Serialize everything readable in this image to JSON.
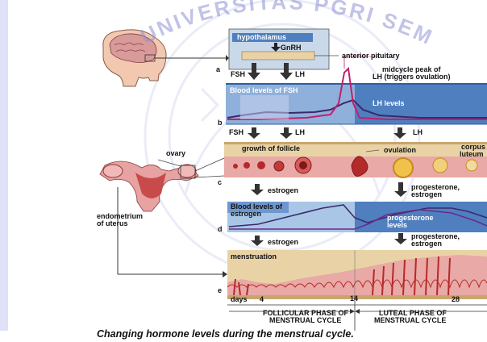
{
  "watermark": {
    "text": "UNIVERSITAS PGRI SEMARANG",
    "color": "#8f93d4"
  },
  "caption": "Changing hormone levels during the menstrual cycle.",
  "top": {
    "hypothalamus": "hypothalamus",
    "gnrh": "GnRH",
    "anterior_pituitary": "anterior pituitary",
    "midcycle_line1": "midcycle peak of",
    "midcycle_line2": "LH (triggers ovulation)",
    "fsh": "FSH",
    "lh": "LH",
    "letter_a": "a"
  },
  "panel_b": {
    "title": "Blood levels of FSH",
    "lh_levels": "LH levels",
    "letter": "b",
    "fsh_below": "FSH",
    "lh_below": "LH",
    "lh_right": "LH"
  },
  "panel_c": {
    "ovary": "ovary",
    "growth": "growth of follicle",
    "ovulation": "ovulation",
    "corpus_line1": "corpus",
    "corpus_line2": "luteum",
    "letter": "c",
    "estrogen": "estrogen",
    "prog_line1": "progesterone,",
    "prog_line2": "estrogen"
  },
  "panel_d": {
    "title_line1": "Blood levels of",
    "title_line2": "estrogen",
    "prog_line1": "progesterone",
    "prog_line2": "levels",
    "letter": "d",
    "endometrium_line1": "endometrium",
    "endometrium_line2": "of uterus",
    "estrogen": "estrogen",
    "prog_line1b": "progesterone,",
    "prog_line2b": "estrogen"
  },
  "panel_e": {
    "title": "menstruation",
    "letter": "e",
    "days": "days",
    "day4": "4",
    "day14": "14",
    "day28": "28",
    "follicular_line1": "FOLLICULAR PHASE OF",
    "follicular_line2": "MENSTRUAL CYCLE",
    "luteal_line1": "LUTEAL PHASE OF",
    "luteal_line2": "MENSTRUAL CYCLE"
  },
  "colors": {
    "blue_band": "#4f7fbf",
    "blue_light": "#a9c6e6",
    "tan": "#e9d3a6",
    "tissue_pink": "#e9a9a6",
    "tissue_red": "#b42a2a",
    "lh_curve": "#c21e6e",
    "fsh_curve": "#3b2a6b"
  }
}
